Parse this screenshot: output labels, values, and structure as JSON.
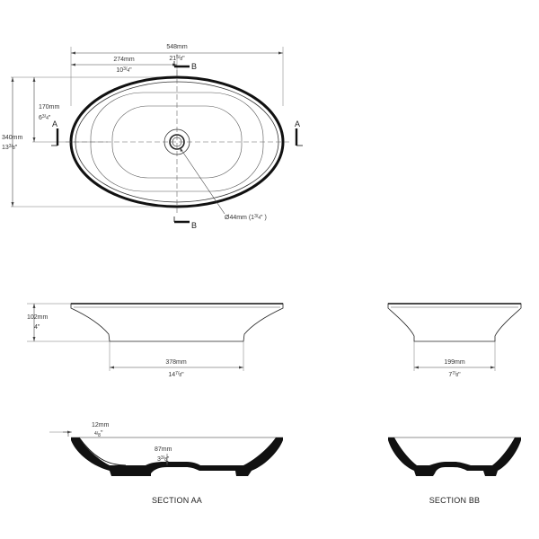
{
  "plan": {
    "overall_width": {
      "mm": "548mm",
      "in_whole": "21",
      "in_num": "5",
      "in_den": "8",
      "in_unit": "\""
    },
    "half_width": {
      "mm": "274mm",
      "in_whole": "10",
      "in_num": "3",
      "in_den": "4",
      "in_unit": "\""
    },
    "half_depth": {
      "mm": "170mm",
      "in_whole": "6",
      "in_num": "3",
      "in_den": "4",
      "in_unit": "\""
    },
    "overall_depth": {
      "mm": "340mm",
      "in_whole": "13",
      "in_num": "3",
      "in_den": "8",
      "in_unit": "\""
    },
    "drain": {
      "text": "Ø44mm (1",
      "num": "3",
      "den": "4",
      "tail": "\" )"
    },
    "section_marks": {
      "a": "A",
      "b": "B"
    }
  },
  "section_aa": {
    "height": {
      "mm": "102mm",
      "in": "4\""
    },
    "base": {
      "mm": "378mm",
      "in_whole": "14",
      "in_num": "7",
      "in_den": "8",
      "in_unit": "\""
    },
    "rim": {
      "mm": "12mm",
      "in_num": "4",
      "in_den": "8",
      "in_unit": "\""
    },
    "depth": {
      "mm": "87mm",
      "in_whole": "3",
      "in_num": "3",
      "in_den": "8",
      "in_unit": "\""
    },
    "title": "SECTION AA"
  },
  "section_bb": {
    "base": {
      "mm": "199mm",
      "in_whole": "7",
      "in_num": "7",
      "in_den": "8",
      "in_unit": "\""
    },
    "title": "SECTION BB"
  }
}
